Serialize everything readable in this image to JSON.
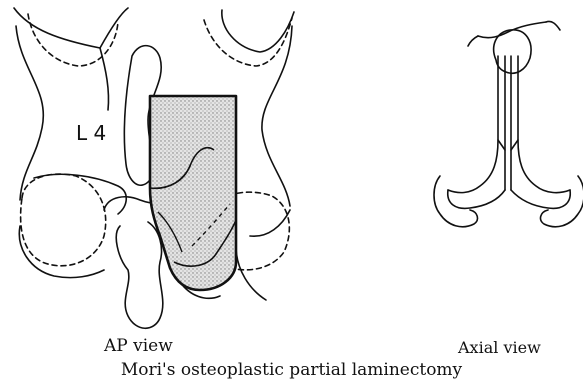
{
  "views": {
    "ap": {
      "caption": "AP view",
      "vertebra_label": "L 4"
    },
    "axial": {
      "caption": "Axial view"
    }
  },
  "figure_title": "Mori's osteoplastic partial laminectomy",
  "colors": {
    "ink": "#111111",
    "shading": "#c8c8c8",
    "background": "#ffffff"
  }
}
